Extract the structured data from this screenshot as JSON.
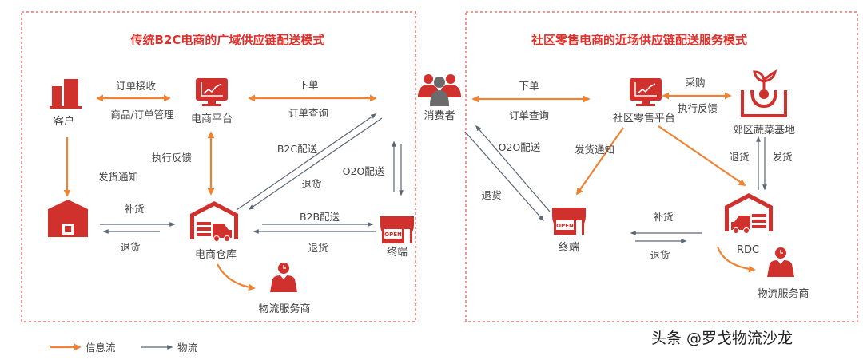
{
  "colors": {
    "accent": "#d0312d",
    "info_flow": "#f08232",
    "logistics_flow": "#5a6675",
    "title": "#e0302a"
  },
  "left": {
    "title": "传统B2C电商的广域供应链配送模式",
    "nodes": {
      "customer": "客户",
      "platform": "电商平台",
      "warehouse": "电商仓库",
      "terminal": "终端",
      "logistics": "物流服务商"
    },
    "labels": {
      "order_receive": "订单接收",
      "goods_order_mgmt": "商品/订单管理",
      "place_order": "下单",
      "order_query": "订单查询",
      "ship_notice": "发货通知",
      "exec_feedback": "执行反馈",
      "b2c": "B2C配送",
      "b2c_return": "退货",
      "o2o": "O2O配送",
      "replenish": "补货",
      "return1": "退货",
      "b2b": "B2B配送",
      "return2": "退货"
    }
  },
  "consumer": "消费者",
  "right": {
    "title": "社区零售电商的近场供应链配送服务模式",
    "nodes": {
      "platform": "社区零售平台",
      "base": "郊区蔬菜基地",
      "rdc": "RDC",
      "terminal": "终端",
      "logistics": "物流服务商"
    },
    "labels": {
      "place_order": "下单",
      "order_query": "订单查询",
      "purchase": "采购",
      "exec_feedback": "执行反馈",
      "return_v": "退货",
      "ship_v": "发货",
      "ship_notice": "发货通知",
      "o2o": "O2O配送",
      "return_c": "退货",
      "replenish": "补货",
      "return_r": "退货"
    }
  },
  "legend": {
    "info": "信息流",
    "logistics": "物流"
  },
  "watermark": "头条 @罗戈物流沙龙"
}
